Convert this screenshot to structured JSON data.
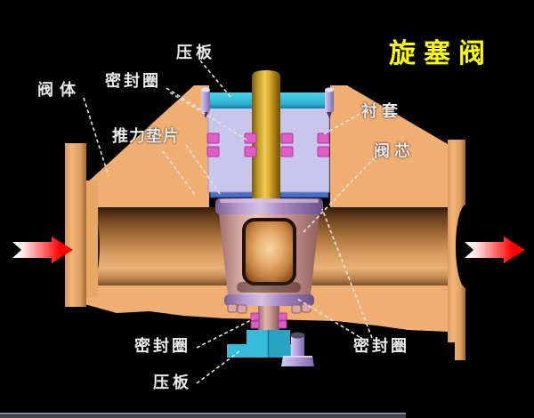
{
  "title": {
    "text": "旋塞阀"
  },
  "diagram": {
    "labels": {
      "valve_body": "阀体",
      "seal_ring_top": "密封圈",
      "press_plate_top": "压板",
      "bushing": "衬套",
      "valve_core": "阀芯",
      "thrust_washer": "推力垫片",
      "seal_ring_bottom_left": "密封圈",
      "press_plate_bottom": "压板",
      "seal_ring_bottom_right": "密封圈"
    },
    "flow_arrows": {
      "direction": "left-to-right",
      "count": "2"
    },
    "colors": {
      "title": "#FFFF00",
      "label_text": "#E9E9E9",
      "valve_body_orange": "#F1AE72",
      "press_plate_cyan": "#35BCD9",
      "bushing_lavender": "#C9C6EB",
      "stem_gold": "#D9A92B",
      "plug_pink": "#D8A2A0",
      "seal_magenta": "#E25CC8",
      "collar_purple": "#AE90C8",
      "thrust_washer_blue": "#4A6EC8",
      "bolt_lavender": "#B0A0DC",
      "arrow_red": "#FF0000"
    }
  }
}
